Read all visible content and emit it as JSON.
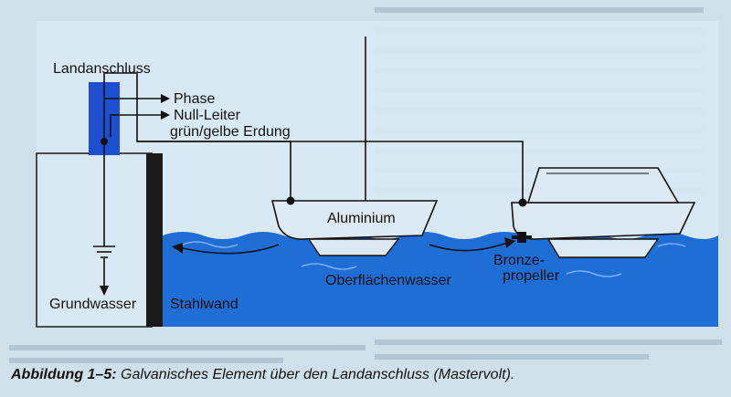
{
  "diagram": {
    "labels": {
      "landanschluss": "Landanschluss",
      "phase": "Phase",
      "null_leiter": "Null-Leiter",
      "erdung": "grün/gelbe Erdung",
      "aluminium": "Aluminium",
      "bronze_line1": "Bronze-",
      "bronze_line2": "propeller",
      "oberflaechenwasser": "Oberflächenwasser",
      "grundwasser": "Grundwasser",
      "stahlwand": "Stahlwand"
    },
    "colors": {
      "water": "#1e6ed6",
      "shore_box": "#1d4fd0",
      "panel": "#d9e9f3",
      "wall": "#1a1a1a",
      "boat": "#dde9f2"
    }
  },
  "caption": {
    "figure_label": "Abbildung 1–5:",
    "text": " Galvanisches Element über den Landanschluss (Mastervolt)."
  }
}
